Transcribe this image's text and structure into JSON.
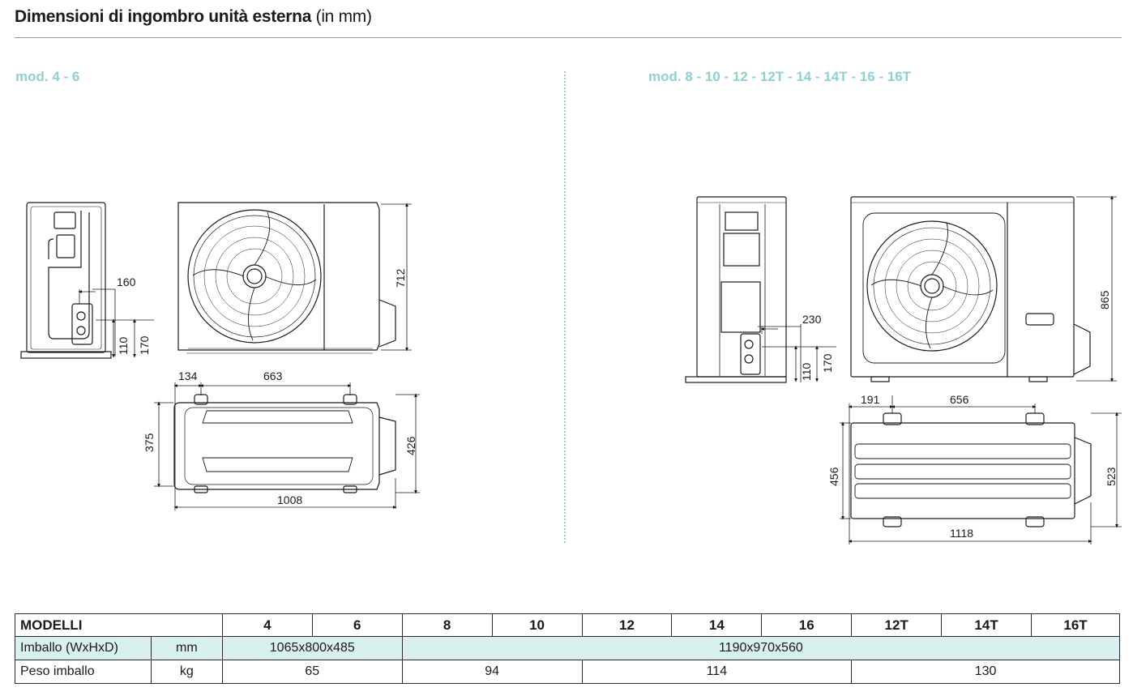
{
  "header": {
    "title_bold": "Dimensioni di ingombro unità esterna",
    "title_unit": "(in mm)"
  },
  "left_panel": {
    "label": "mod. 4 - 6",
    "dimensions": {
      "side_160": "160",
      "side_110": "110",
      "side_170": "170",
      "front_height": "712",
      "top_134": "134",
      "top_663": "663",
      "top_depth": "375",
      "top_depth_total": "426",
      "top_width": "1008"
    }
  },
  "right_panel": {
    "label": "mod. 8 - 10 - 12 - 12T - 14 - 14T - 16 - 16T",
    "dimensions": {
      "side_230": "230",
      "side_110": "110",
      "side_170": "170",
      "front_height": "865",
      "top_191": "191",
      "top_656": "656",
      "top_depth": "456",
      "top_depth_total": "523",
      "top_width": "1118"
    }
  },
  "table": {
    "header": [
      "MODELLI",
      "4",
      "6",
      "8",
      "10",
      "12",
      "14",
      "16",
      "12T",
      "14T",
      "16T"
    ],
    "rows": [
      {
        "label": "Imballo (WxHxD)",
        "unit": "mm",
        "group_a": "1065x800x485",
        "group_b": "1190x970x560"
      },
      {
        "label": "Peso imballo",
        "unit": "kg",
        "w_4_6": "65",
        "w_8_10": "94",
        "w_12_14_16": "114",
        "w_t": "130"
      }
    ]
  },
  "colors": {
    "accent_teal": "#8fd0d3",
    "row_highlight": "#d9eff0",
    "line": "#1a1a1a"
  }
}
